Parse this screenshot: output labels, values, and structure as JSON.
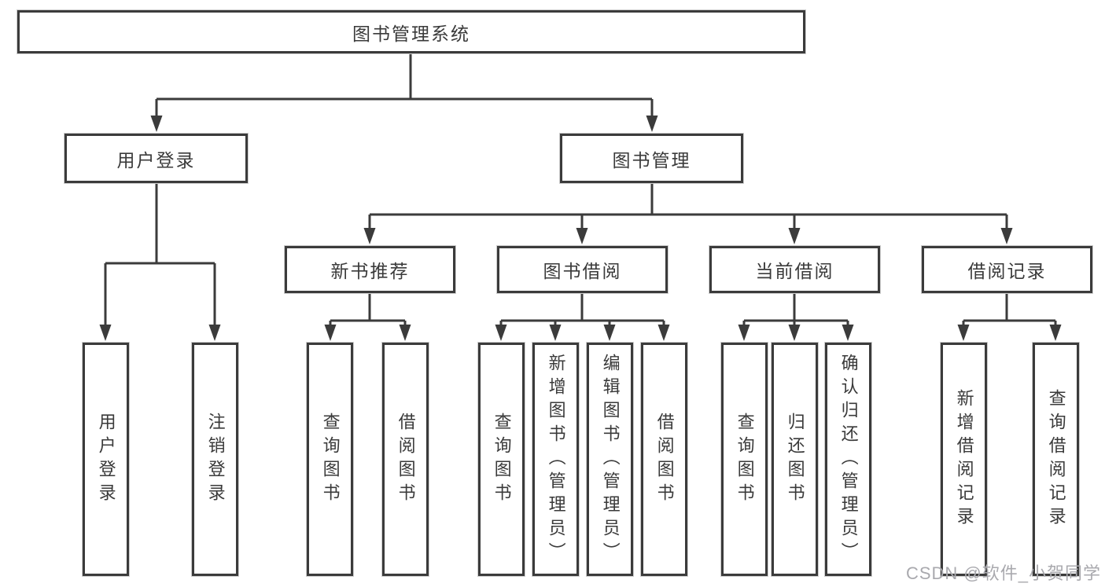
{
  "colors": {
    "line": "#3b3b3b",
    "text": "#3a3a3a",
    "watermark_text_color": "#a9a9ae",
    "background": "#ffffff"
  },
  "tree": {
    "root": {
      "label": "图书管理系统"
    },
    "user_login": {
      "label": "用户登录",
      "children": [
        {
          "label": "用户登录"
        },
        {
          "label": "注销登录"
        }
      ]
    },
    "book_mgmt": {
      "label": "图书管理",
      "children": [
        {
          "label": "新书推荐",
          "children": [
            {
              "label": "查询图书"
            },
            {
              "label": "借阅图书"
            }
          ]
        },
        {
          "label": "图书借阅",
          "children": [
            {
              "label": "查询图书"
            },
            {
              "label": "新增图书（管理员）"
            },
            {
              "label": "编辑图书（管理员）"
            },
            {
              "label": "借阅图书"
            }
          ]
        },
        {
          "label": "当前借阅",
          "children": [
            {
              "label": "查询图书"
            },
            {
              "label": "归还图书"
            },
            {
              "label": "确认归还（管理员）"
            }
          ]
        },
        {
          "label": "借阅记录",
          "children": [
            {
              "label": "新增借阅记录"
            },
            {
              "label": "查询借阅记录"
            }
          ]
        }
      ]
    }
  },
  "watermark": "CSDN @软件_小贺同学"
}
